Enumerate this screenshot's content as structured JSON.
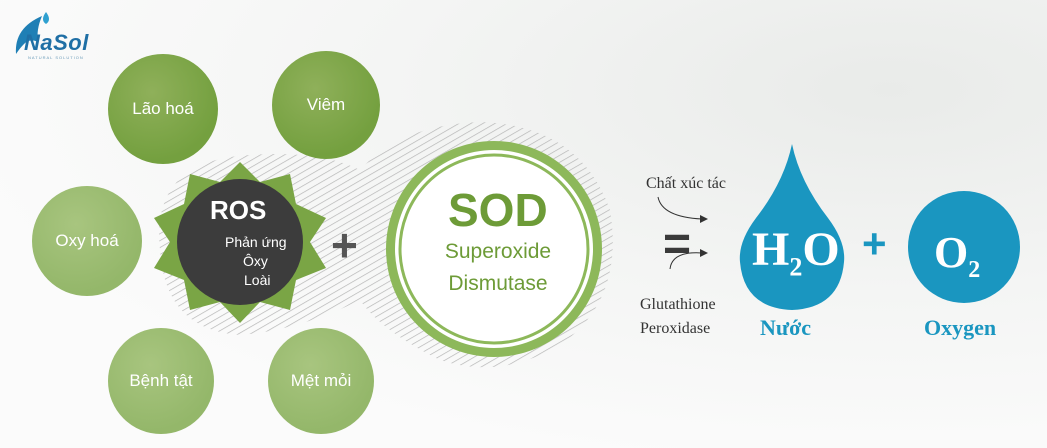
{
  "logo": {
    "text": "NaSol",
    "tagline": "NATURAL SOLUTION",
    "icon": "leaf-drop-icon"
  },
  "effects": [
    {
      "label": "Lão hoá"
    },
    {
      "label": "Viêm"
    },
    {
      "label": "Oxy hoá"
    },
    {
      "label": "Bệnh tật"
    },
    {
      "label": "Mệt mỏi"
    }
  ],
  "ros": {
    "title": "ROS",
    "line1": "Phản ứng",
    "line2": "Ôxy",
    "line3": "Loài"
  },
  "sod": {
    "title": "SOD",
    "line1": "Superoxide",
    "line2": "Dismutase"
  },
  "operators": {
    "plus": "+",
    "equals": "="
  },
  "catalyst": {
    "top": "Chất xúc tác",
    "bottom_line1": "Glutathione",
    "bottom_line2": "Peroxidase"
  },
  "products": {
    "water": {
      "symbol": "H",
      "sub": "2",
      "symbol2": "O",
      "label": "Nước"
    },
    "oxygen": {
      "symbol": "O",
      "sub": "2",
      "label": "Oxygen"
    }
  },
  "colors": {
    "green_dark": "#74a03f",
    "green_light": "#94b76a",
    "ros_dark": "#3a3a3a",
    "blue": "#1a96c0",
    "sod_text": "#6d9b37"
  }
}
